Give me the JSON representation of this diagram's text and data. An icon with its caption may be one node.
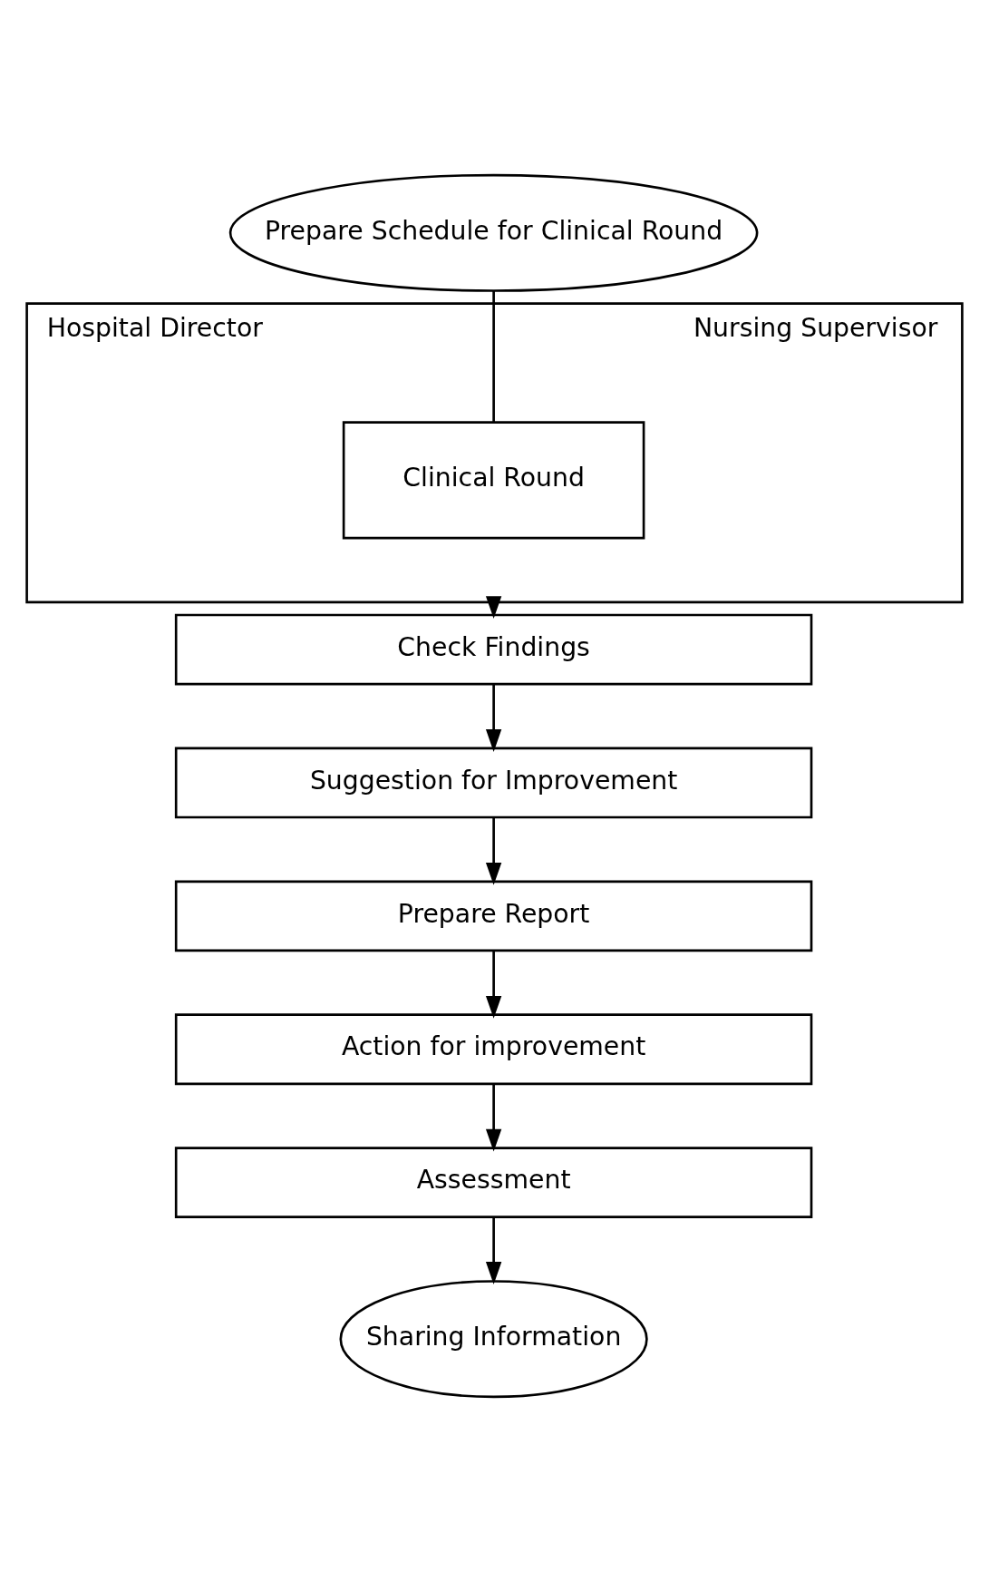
{
  "diagram": {
    "nodes": [
      {
        "text": [
          "Prepare Schedule for Clinical Round"
        ]
      },
      {
        "text": [
          "Hospital Director",
          "Nursing Supervisor"
        ]
      },
      {
        "text": [
          "Clinical Round"
        ],
        "in": 1
      },
      {
        "text": [
          "Check Findings"
        ]
      },
      {
        "text": [
          "Suggestion for Improvement"
        ]
      },
      {
        "text": [
          "Prepare Report"
        ]
      },
      {
        "text": [
          "Action for improvement"
        ]
      },
      {
        "text": [
          "Assessment"
        ]
      },
      {
        "text": [
          "Sharing Information"
        ]
      }
    ],
    "edges": [
      {
        "from": 0,
        "to": 2,
        "arrow": "none"
      },
      {
        "from": 1,
        "to": 3,
        "arrow": "to"
      },
      {
        "from": 3,
        "to": 4,
        "arrow": "to"
      },
      {
        "from": 4,
        "to": 5,
        "arrow": "to"
      },
      {
        "from": 5,
        "to": 6,
        "arrow": "to"
      },
      {
        "from": 6,
        "to": 7,
        "arrow": "to"
      },
      {
        "from": 7,
        "to": 8,
        "arrow": "to"
      }
    ]
  }
}
